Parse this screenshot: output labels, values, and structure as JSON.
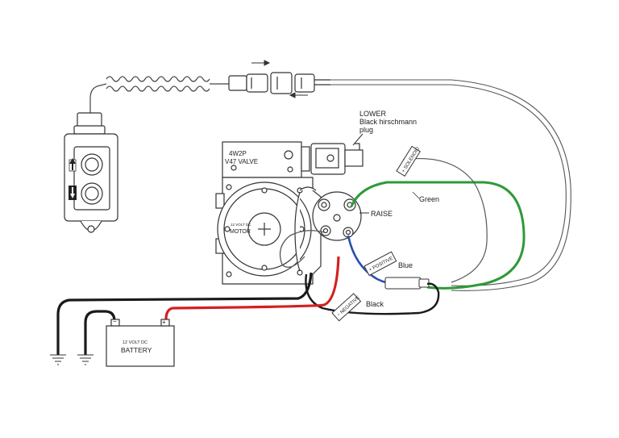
{
  "labels": {
    "lower_line1": "LOWER",
    "lower_line2": "Black hirschmann",
    "lower_line3": "plug",
    "valve_line1": "4W2P",
    "valve_line2": "V47 VALVE",
    "motor_line1": "12 VOLT DC",
    "motor_line2": "MOTOR",
    "raise": "RAISE",
    "green": "Green",
    "blue": "Blue",
    "black": "Black",
    "battery_line1": "12 VOLT DC",
    "battery_line2": "BATTERY",
    "battery_minus": "−",
    "battery_plus": "+",
    "tag_solenoid": "+ SOLENOID",
    "tag_positive": "+ POSITIVE",
    "tag_negative": "− NEGATIVE"
  },
  "colors": {
    "green_wire": "#2e9a3a",
    "blue_wire": "#2b4fb0",
    "red_wire": "#d42020",
    "black_wire": "#1a1a1a",
    "line_art": "#333333"
  },
  "icons": {
    "up_arrow": "up-arrow-icon",
    "down_arrow": "down-arrow-icon",
    "ground": "ground-icon"
  }
}
